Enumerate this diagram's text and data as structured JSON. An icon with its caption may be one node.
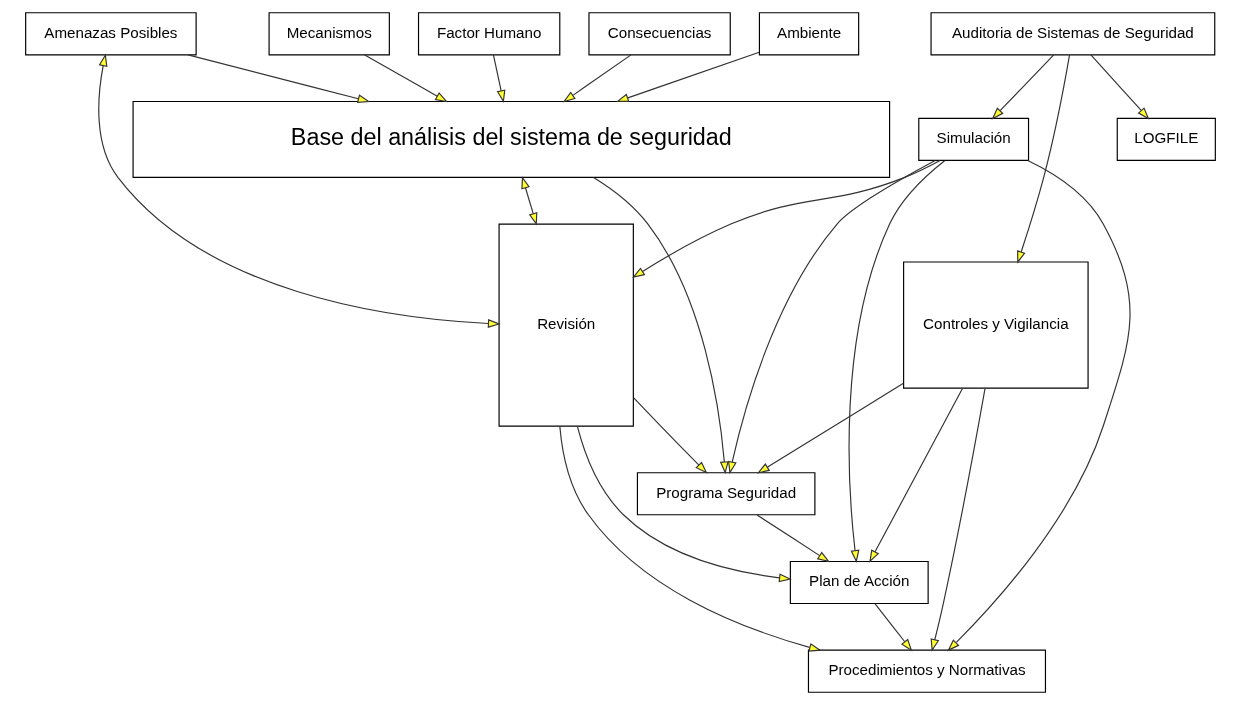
{
  "diagram": {
    "nodes": [
      {
        "text": [
          "Amenazas Posibles"
        ]
      },
      {
        "text": [
          "Consecuencias"
        ]
      },
      {
        "text": [
          "Ambiente"
        ]
      },
      {
        "text": [
          "Mecanismos"
        ]
      },
      {
        "text": [
          "Factor Humano"
        ]
      },
      {
        "text": [
          "Base del análisis del sistema de seguridad"
        ]
      },
      {
        "text": [
          "Programa Seguridad"
        ]
      },
      {
        "text": [
          "Revisión"
        ]
      },
      {
        "text": [
          "Controles y Vigilancia"
        ]
      },
      {
        "text": [
          "Plan de Acción"
        ]
      },
      {
        "text": [
          "Procedimientos y Normativas"
        ]
      },
      {
        "text": [
          "Auditoria de Sistemas de Seguridad"
        ]
      },
      {
        "text": [
          "Simulación"
        ]
      },
      {
        "text": [
          "LOGFILE"
        ]
      }
    ],
    "edges": [
      {
        "from": 0,
        "to": 5,
        "arrow": "to"
      },
      {
        "from": 1,
        "to": 5,
        "arrow": "to"
      },
      {
        "from": 2,
        "to": 5,
        "arrow": "to"
      },
      {
        "from": 3,
        "to": 5,
        "arrow": "to"
      },
      {
        "from": 4,
        "to": 5,
        "arrow": "to"
      },
      {
        "from": 0,
        "to": 7,
        "arrow": "both"
      },
      {
        "from": 5,
        "to": 7,
        "arrow": "both"
      },
      {
        "from": 5,
        "to": 6,
        "arrow": "to"
      },
      {
        "from": 7,
        "to": 6,
        "arrow": "to"
      },
      {
        "from": 7,
        "to": 9,
        "arrow": "to"
      },
      {
        "from": 7,
        "to": 10,
        "arrow": "to"
      },
      {
        "from": 6,
        "to": 9,
        "arrow": "to"
      },
      {
        "from": 9,
        "to": 10,
        "arrow": "to"
      },
      {
        "from": 8,
        "to": 6,
        "arrow": "to"
      },
      {
        "from": 8,
        "to": 9,
        "arrow": "to"
      },
      {
        "from": 8,
        "to": 10,
        "arrow": "to"
      },
      {
        "from": 12,
        "to": 6,
        "arrow": "to"
      },
      {
        "from": 12,
        "to": 9,
        "arrow": "to"
      },
      {
        "from": 12,
        "to": 10,
        "arrow": "to"
      },
      {
        "from": 12,
        "to": 7,
        "arrow": "to"
      },
      {
        "from": 11,
        "to": 8,
        "arrow": "to"
      },
      {
        "from": 11,
        "to": 12,
        "arrow": "to"
      },
      {
        "from": 11,
        "to": 13,
        "arrow": "to"
      }
    ]
  }
}
